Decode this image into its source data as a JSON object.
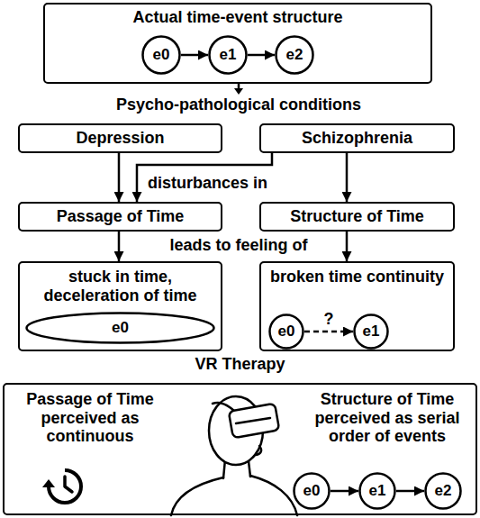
{
  "diagram": {
    "nodes": [
      {
        "text": [
          "Actual time-event structure"
        ]
      },
      {
        "text": [
          "e0"
        ],
        "in": 0
      },
      {
        "text": [
          "e1"
        ],
        "in": 0
      },
      {
        "text": [
          "e2"
        ],
        "in": 0
      },
      {
        "text": [
          "Depression"
        ]
      },
      {
        "text": [
          "Schizophrenia"
        ]
      },
      {
        "text": [
          "Passage of Time"
        ]
      },
      {
        "text": [
          "Structure of Time"
        ]
      },
      {
        "text": [
          "stuck in time, deceleration of time"
        ]
      },
      {
        "text": [
          "e0"
        ],
        "in": 8
      },
      {
        "text": [
          "broken time continuity"
        ]
      },
      {
        "text": [
          "e0"
        ],
        "in": 10
      },
      {
        "text": [
          "e1"
        ],
        "in": 10
      },
      {
        "text": [
          "VR Therapy",
          "Passage of Time perceived as continuous",
          "Structure of Time perceived as serial order of events"
        ]
      },
      {
        "text": [
          "e0"
        ],
        "in": 13
      },
      {
        "text": [
          "e1"
        ],
        "in": 13
      },
      {
        "text": [
          "e2"
        ],
        "in": 13
      }
    ],
    "edges": [
      {
        "from": 1,
        "to": 2,
        "arrow": "to"
      },
      {
        "from": 2,
        "to": 3,
        "arrow": "to"
      },
      {
        "from": 4,
        "to": 6,
        "arrow": "to"
      },
      {
        "from": 5,
        "to": 6,
        "arrow": "to"
      },
      {
        "from": 5,
        "to": 7,
        "arrow": "to"
      },
      {
        "from": 6,
        "to": 8,
        "arrow": "to"
      },
      {
        "from": 7,
        "to": 10,
        "arrow": "to"
      },
      {
        "from": 11,
        "to": 12,
        "label": "?",
        "arrow": "to"
      },
      {
        "from": 14,
        "to": 15,
        "arrow": "to"
      },
      {
        "from": 15,
        "to": 16,
        "arrow": "to"
      }
    ],
    "labels": [
      "Psycho-pathological conditions",
      "disturbances in",
      "leads to feeling of"
    ]
  }
}
